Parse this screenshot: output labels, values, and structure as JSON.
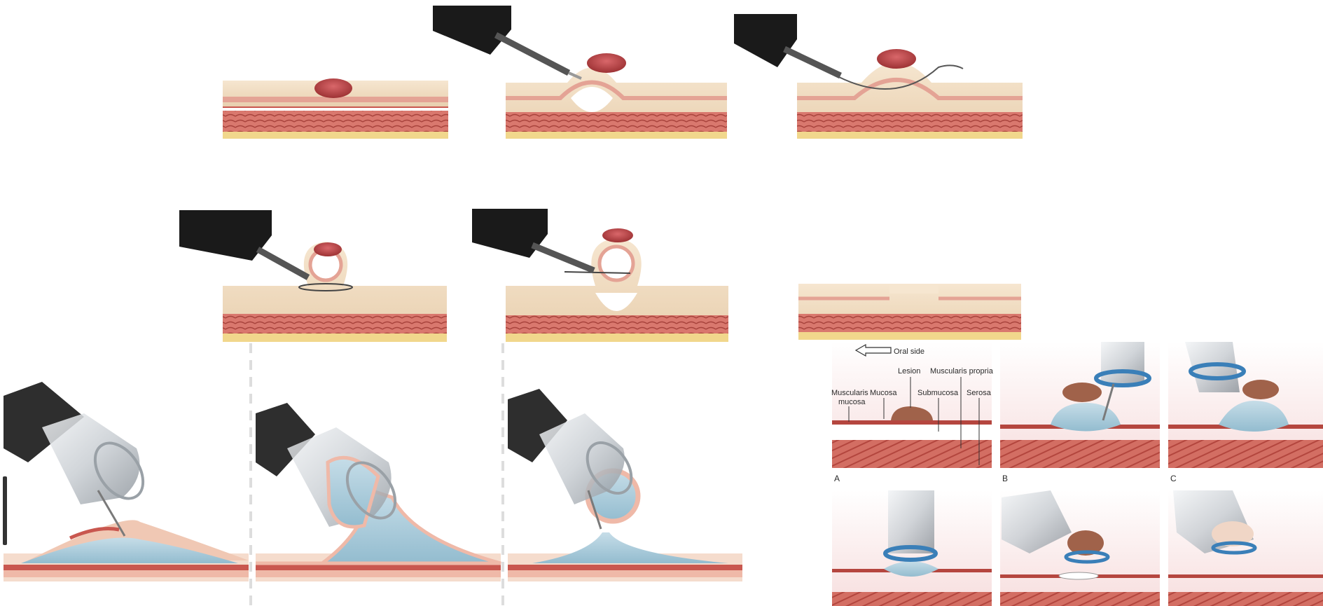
{
  "figure_c": {
    "labels": {
      "oral_side": "Oral side",
      "lesion": "Lesion",
      "muscularis_propria": "Muscularis propria",
      "muscularis_mucosa": "Muscularis mucosa",
      "mucosa": "Mucosa",
      "submucosa": "Submucosa",
      "serosa": "Serosa"
    },
    "panels": [
      "A",
      "B",
      "C"
    ]
  },
  "colors": {
    "mucosa_beige": "#efd9bd",
    "muscle_red": "#c9574f",
    "lesion": "#b8484a",
    "injection_blue": "#aacbd9",
    "scope_black": "#1a1a1a",
    "cap_ring_blue": "#3a7fb8"
  },
  "icons": [
    "endoscope-icon",
    "snare-icon",
    "transparent-cap-icon",
    "arrow-left-icon"
  ]
}
